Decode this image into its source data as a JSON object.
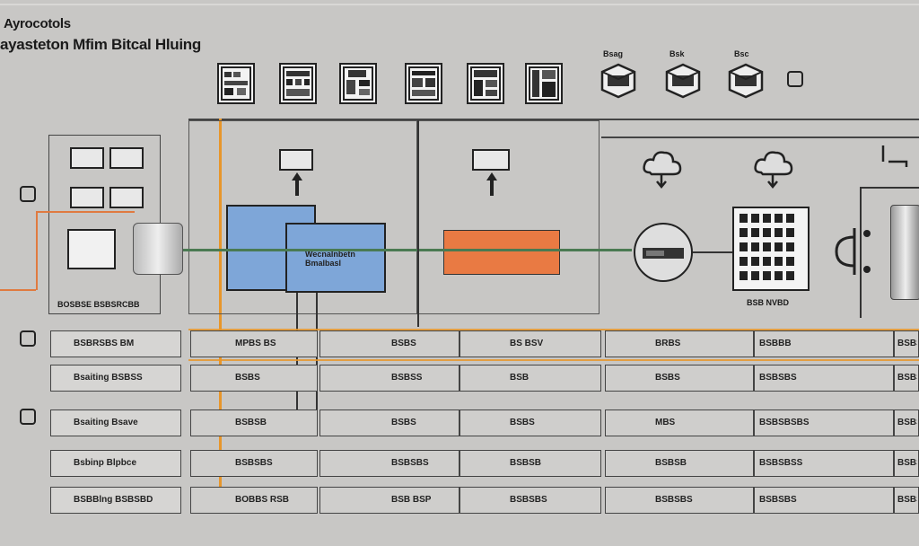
{
  "header": {
    "title_line1": "Ayrocotols",
    "title_line2": "ayasteton Mfim Bitcal Hluing"
  },
  "top_icons": [
    "rack-icon",
    "rack-icon",
    "rack-icon",
    "rack-icon",
    "rack-icon",
    "rack-icon"
  ],
  "drives": {
    "labels": [
      "Bsag",
      "Bsk",
      "Bsc"
    ]
  },
  "left_panel": {
    "label": "BOSBSE BSBSRCBB"
  },
  "right_panel": {
    "label": "BSB NVBD"
  },
  "blue_box": {
    "label": "Wecnalnbetn\nBmalbasl"
  },
  "rows": [
    [
      "BSBRSBS BM",
      "MPBS BS",
      "BSBS",
      "BS BSV",
      "BRBS",
      "BSBBB",
      "BSBS"
    ],
    [
      "Bsaiting BSBSS",
      "BSBS",
      "BSBSS",
      "BSB",
      "BSBS",
      "BSBSBS",
      "BSBSS"
    ],
    [
      "Bsaiting Bsave",
      "BSBSB",
      "BSBS",
      "BSBS",
      "MBS",
      "BSBSBSBS",
      "BSBS"
    ],
    [
      "Bsbinp Blpbce",
      "BSBSBS",
      "BSBSBS",
      "BSBSB",
      "BSBSB",
      "BSBSBSS",
      "BSBS"
    ],
    [
      "BSBBlng BSBSBD",
      "BOBBS RSB",
      "BSB BSP",
      "BSBSBS",
      "BSBSBS",
      "BSBSBS",
      "BSBS"
    ]
  ]
}
